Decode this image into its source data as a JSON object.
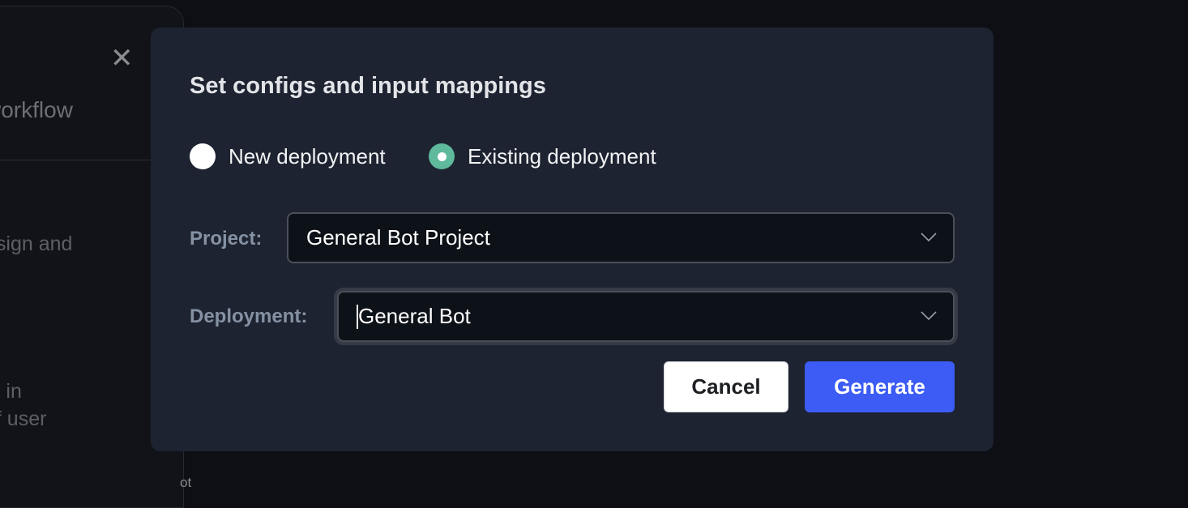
{
  "background_panel": {
    "title_fragment": "workflow",
    "text_fragment_1": "esign and",
    "text_fragment_2": "ts in",
    "text_fragment_3": "of user",
    "bottom_fragment": "ot"
  },
  "dialog": {
    "title": "Set configs and input mappings",
    "radio_options": [
      {
        "label": "New deployment",
        "selected": false
      },
      {
        "label": "Existing deployment",
        "selected": true
      }
    ],
    "project_label": "Project:",
    "project_value": "General Bot Project",
    "deployment_label": "Deployment:",
    "deployment_value": "General Bot",
    "cancel_label": "Cancel",
    "generate_label": "Generate"
  },
  "colors": {
    "accent": "#3c5cf5",
    "radio_selected": "#5fb99c",
    "dialog_bg": "#1d2330"
  }
}
